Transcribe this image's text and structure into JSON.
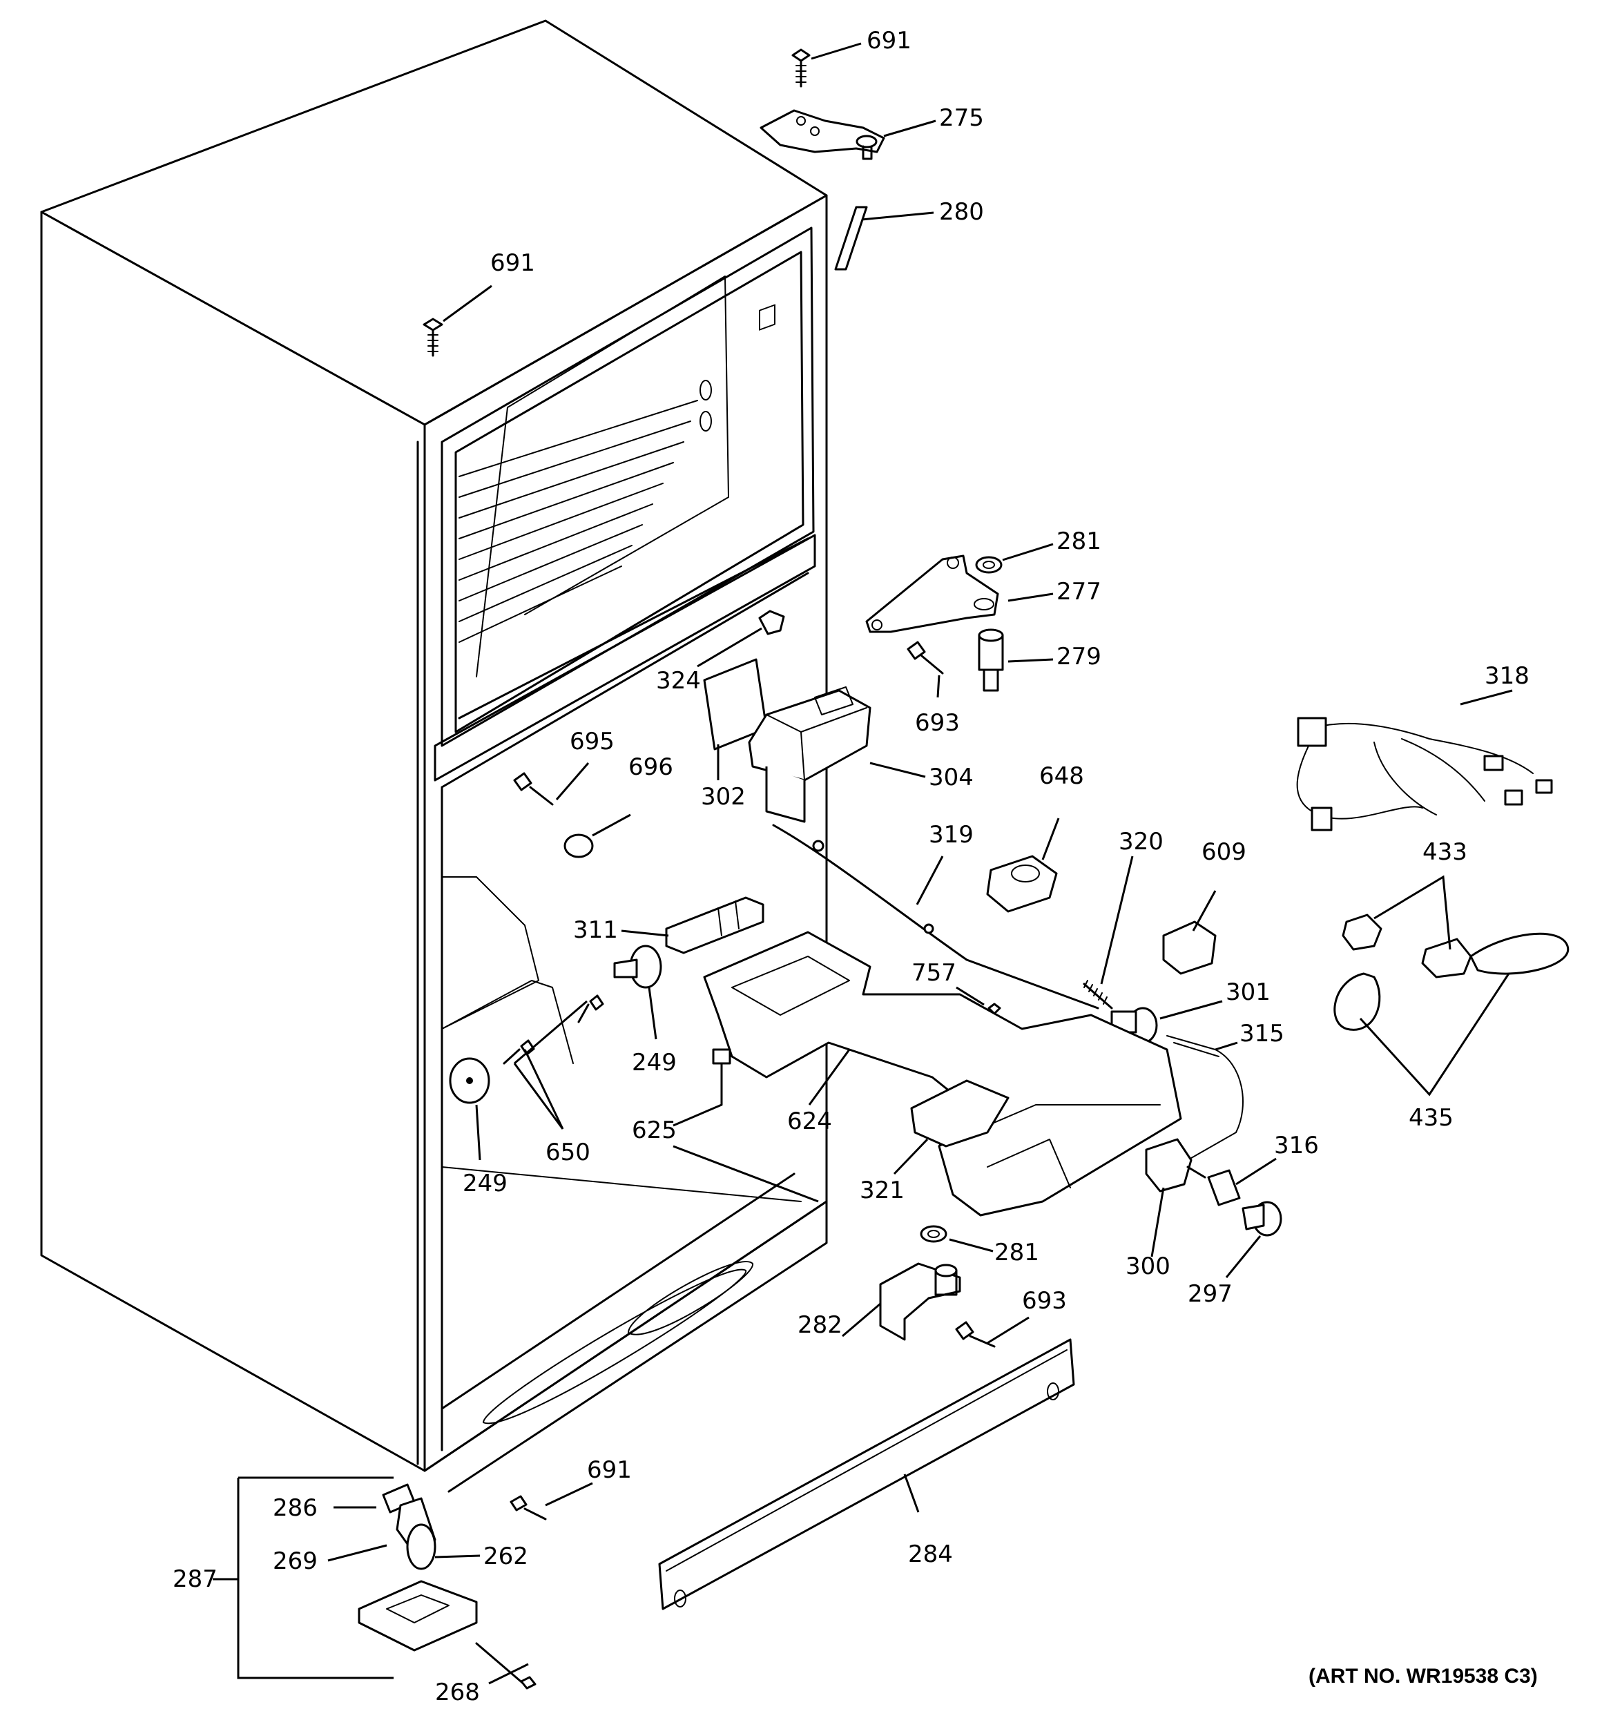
{
  "art_number": "(ART NO. WR19538 C3)",
  "callouts": [
    {
      "id": "c691a",
      "num": "691"
    },
    {
      "id": "c275",
      "num": "275"
    },
    {
      "id": "c280",
      "num": "280"
    },
    {
      "id": "c691b",
      "num": "691"
    },
    {
      "id": "c281a",
      "num": "281"
    },
    {
      "id": "c277",
      "num": "277"
    },
    {
      "id": "c279",
      "num": "279"
    },
    {
      "id": "c693a",
      "num": "693"
    },
    {
      "id": "c324",
      "num": "324"
    },
    {
      "id": "c318",
      "num": "318"
    },
    {
      "id": "c302",
      "num": "302"
    },
    {
      "id": "c304",
      "num": "304"
    },
    {
      "id": "c695",
      "num": "695"
    },
    {
      "id": "c696",
      "num": "696"
    },
    {
      "id": "c648",
      "num": "648"
    },
    {
      "id": "c319",
      "num": "319"
    },
    {
      "id": "c320",
      "num": "320"
    },
    {
      "id": "c609",
      "num": "609"
    },
    {
      "id": "c433",
      "num": "433"
    },
    {
      "id": "c311",
      "num": "311"
    },
    {
      "id": "c757",
      "num": "757"
    },
    {
      "id": "c301",
      "num": "301"
    },
    {
      "id": "c315",
      "num": "315"
    },
    {
      "id": "c249a",
      "num": "249"
    },
    {
      "id": "c435",
      "num": "435"
    },
    {
      "id": "c624",
      "num": "624"
    },
    {
      "id": "c625",
      "num": "625"
    },
    {
      "id": "c650",
      "num": "650"
    },
    {
      "id": "c316",
      "num": "316"
    },
    {
      "id": "c321",
      "num": "321"
    },
    {
      "id": "c249b",
      "num": "249"
    },
    {
      "id": "c281b",
      "num": "281"
    },
    {
      "id": "c300",
      "num": "300"
    },
    {
      "id": "c297",
      "num": "297"
    },
    {
      "id": "c693b",
      "num": "693"
    },
    {
      "id": "c282",
      "num": "282"
    },
    {
      "id": "c691c",
      "num": "691"
    },
    {
      "id": "c286",
      "num": "286"
    },
    {
      "id": "c262",
      "num": "262"
    },
    {
      "id": "c269",
      "num": "269"
    },
    {
      "id": "c287",
      "num": "287"
    },
    {
      "id": "c284",
      "num": "284"
    },
    {
      "id": "c268",
      "num": "268"
    }
  ]
}
